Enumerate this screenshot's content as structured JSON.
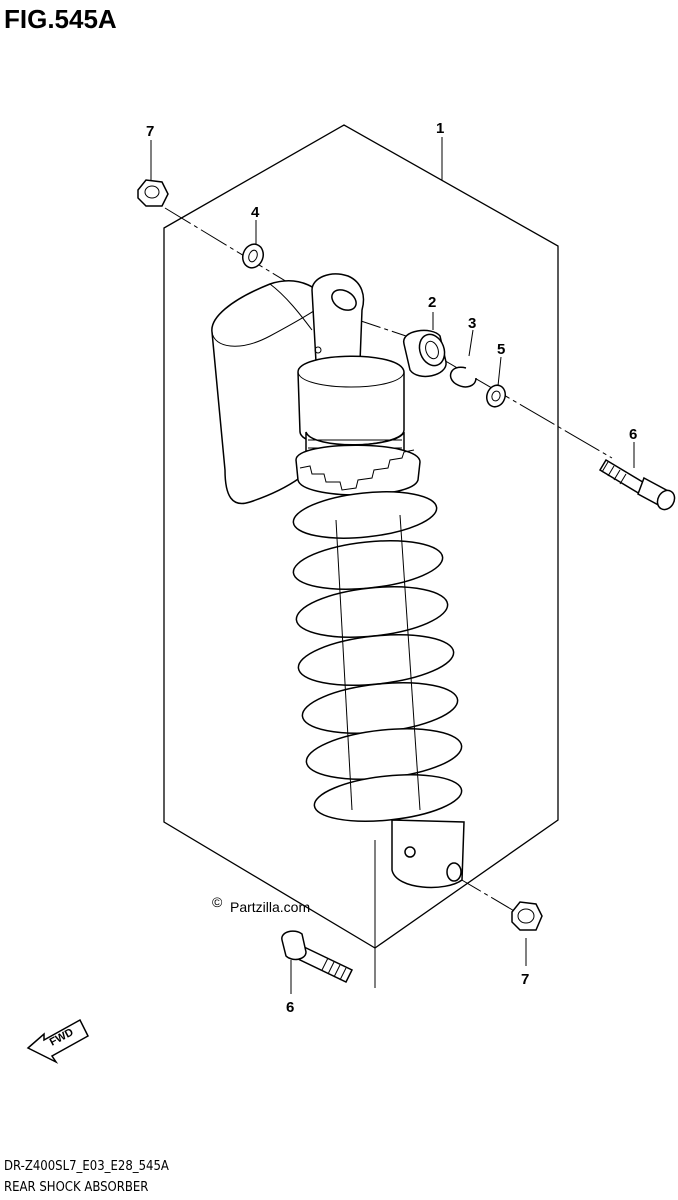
{
  "figure": {
    "title": "FIG.545A",
    "code": "DR-Z400SL7_E03_E28_545A",
    "name": "REAR SHOCK ABSORBER",
    "watermark": "Partzilla.com",
    "watermark_symbol": "©",
    "direction_label": "FWD"
  },
  "callouts": [
    {
      "id": "1",
      "label": "1"
    },
    {
      "id": "2",
      "label": "2"
    },
    {
      "id": "3",
      "label": "3"
    },
    {
      "id": "4",
      "label": "4"
    },
    {
      "id": "5",
      "label": "5"
    },
    {
      "id": "6a",
      "label": "6"
    },
    {
      "id": "6b",
      "label": "6"
    },
    {
      "id": "7a",
      "label": "7"
    },
    {
      "id": "7b",
      "label": "7"
    }
  ]
}
